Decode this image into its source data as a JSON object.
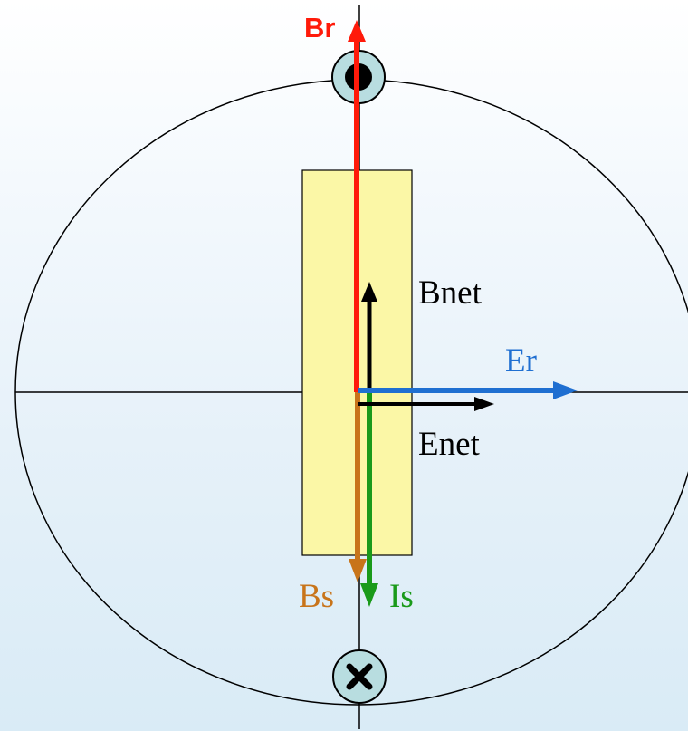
{
  "labels": {
    "br": "Br",
    "bnet": "Bnet",
    "er": "Er",
    "enet": "Enet",
    "bs": "Bs",
    "is": "Is"
  },
  "colors": {
    "br": "#ff1a0a",
    "er": "#1f6fd1",
    "bs": "#c8741a",
    "is": "#1a9a1a",
    "net": "#000000",
    "coil": "#fbf7a6",
    "conductor": "#b8dde0"
  },
  "icons": {
    "top_conductor": "current-out-of-page-icon",
    "bottom_conductor": "current-into-page-icon"
  }
}
